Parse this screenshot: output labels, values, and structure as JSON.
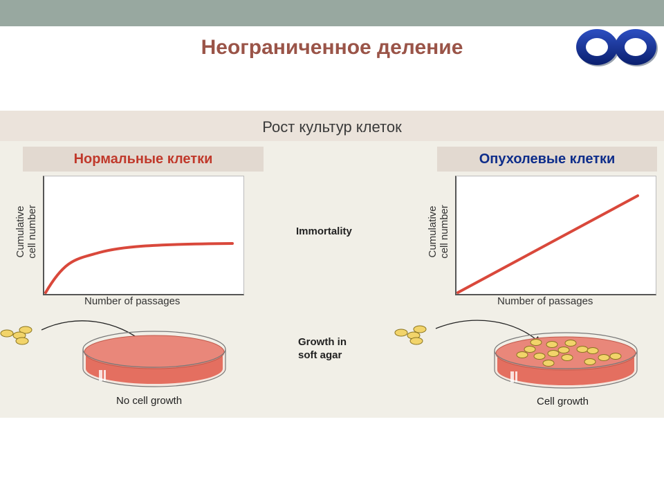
{
  "slide": {
    "title": "Неограниченное деление",
    "subtitle": "Рост культур клеток"
  },
  "logo": {
    "name": "infinity-logo"
  },
  "panels": {
    "normal": {
      "label": "Нормальные клетки",
      "y_label_line1": "Cumulative",
      "y_label_line2": "cell number",
      "x_label": "Number of passages",
      "dish_caption": "No cell growth"
    },
    "tumor": {
      "label": "Опухолевые клетки",
      "y_label_line1": "Cumulative",
      "y_label_line2": "cell number",
      "x_label": "Number of passages",
      "dish_caption": "Cell growth"
    }
  },
  "middle": {
    "immortality": "Immortality",
    "soft_agar_line1": "Growth in",
    "soft_agar_line2": "soft agar"
  },
  "colors": {
    "title": "#9a5448",
    "normal_label": "#c0392b",
    "tumor_label": "#0e2d8a",
    "curve": "#d9483b",
    "agar": "#e9877a",
    "cells": "#f2d46a",
    "logo_blue": "#17308f"
  }
}
